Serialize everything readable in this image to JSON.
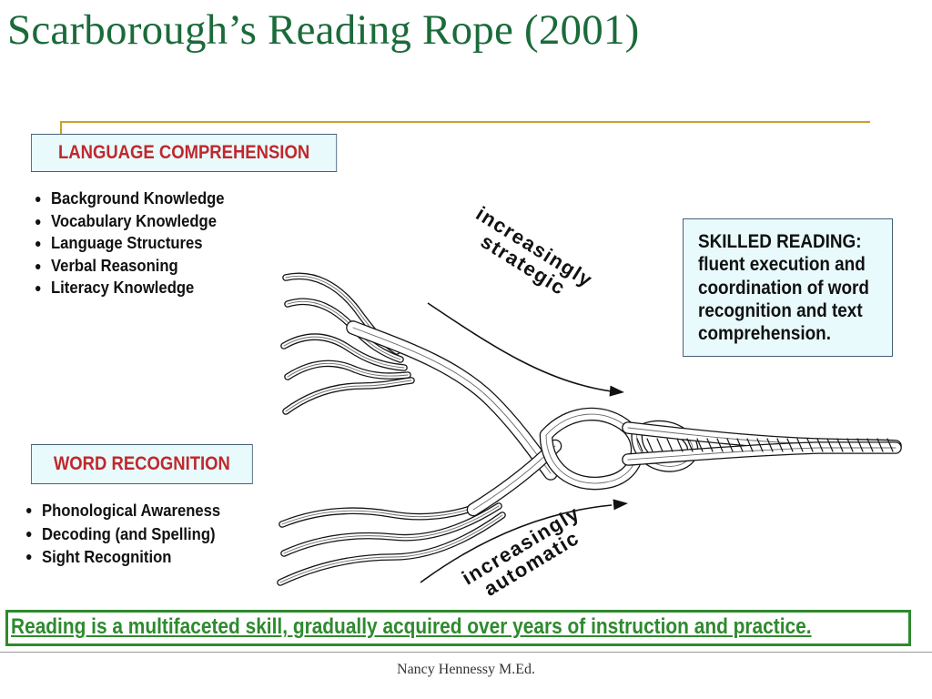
{
  "slide": {
    "title": "Scarborough’s Reading Rope (2001)",
    "footer": "Nancy Hennessy M.Ed."
  },
  "language_comprehension": {
    "heading": "LANGUAGE COMPREHENSION",
    "items": [
      "Background Knowledge",
      "Vocabulary Knowledge",
      "Language Structures",
      "Verbal Reasoning",
      "Literacy Knowledge"
    ]
  },
  "word_recognition": {
    "heading": "WORD RECOGNITION",
    "items": [
      "Phonological Awareness",
      "Decoding (and Spelling)",
      "Sight Recognition"
    ]
  },
  "skilled_reading": {
    "lines": [
      "SKILLED READING:",
      "fluent execution and",
      "coordination of word",
      "recognition and text",
      "comprehension."
    ]
  },
  "arrows": {
    "strategic": [
      "increasingly",
      "strategic"
    ],
    "automatic": [
      "increasingly",
      "automatic"
    ]
  },
  "caption": "Reading is a multifaceted skill, gradually acquired over years of instruction and practice.",
  "colors": {
    "title": "#1a6b3a",
    "heading_text": "#c0282d",
    "box_fill": "#e8fafc",
    "caption_green": "#2e8a2e",
    "gold_rule": "#c9a227"
  }
}
